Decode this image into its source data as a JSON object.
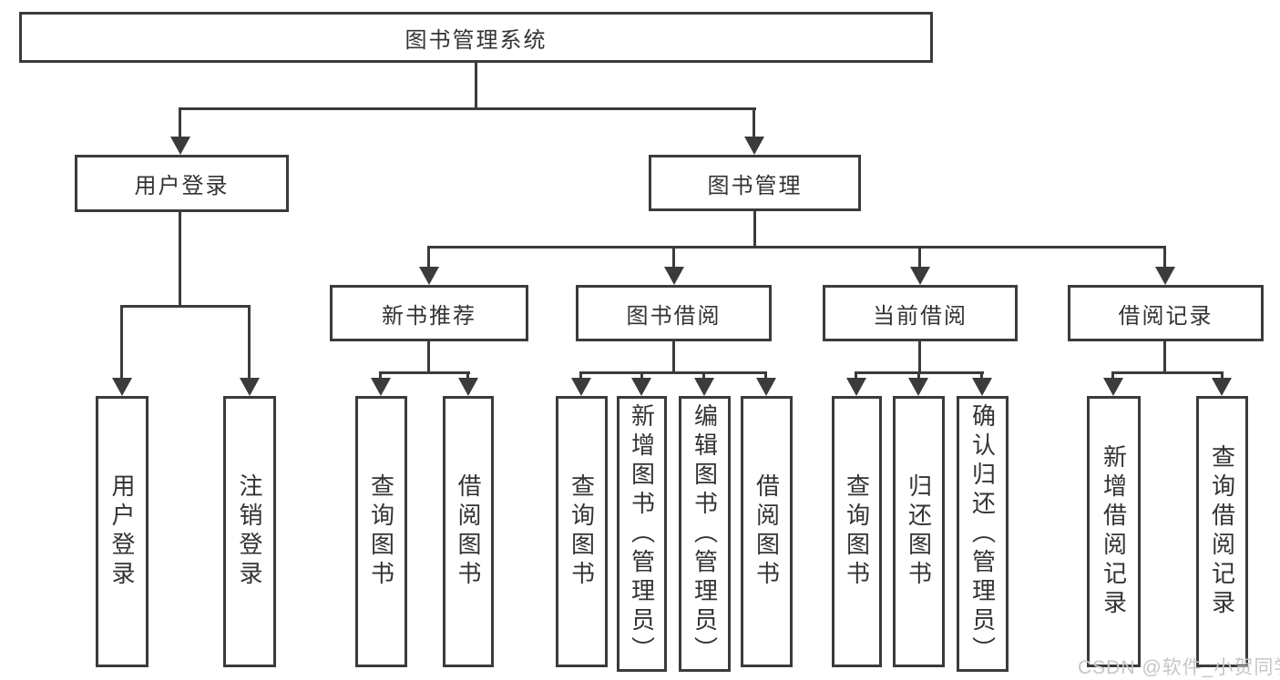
{
  "diagram": {
    "root": "图书管理系统",
    "level2": {
      "user_login": "用户登录",
      "book_mgmt": "图书管理"
    },
    "level3": {
      "new_book": "新书推荐",
      "borrow": "图书借阅",
      "current": "当前借阅",
      "records": "借阅记录"
    },
    "leaves": {
      "user_login_login": "用户登录",
      "user_login_logout": "注销登录",
      "new_book_query": "查询图书",
      "new_book_borrow": "借阅图书",
      "borrow_query": "查询图书",
      "borrow_add": "新增图书（管理员）",
      "borrow_edit": "编辑图书（管理员）",
      "borrow_borrow": "借阅图书",
      "current_query": "查询图书",
      "current_return": "归还图书",
      "current_confirm": "确认归还（管理员）",
      "records_add": "新增借阅记录",
      "records_query": "查询借阅记录"
    }
  },
  "watermark": "CSDN @软件_小贺同学",
  "colors": {
    "line": "#3b3b3b",
    "text": "#333333",
    "watermark": "#c6c6c6",
    "background": "#ffffff"
  }
}
